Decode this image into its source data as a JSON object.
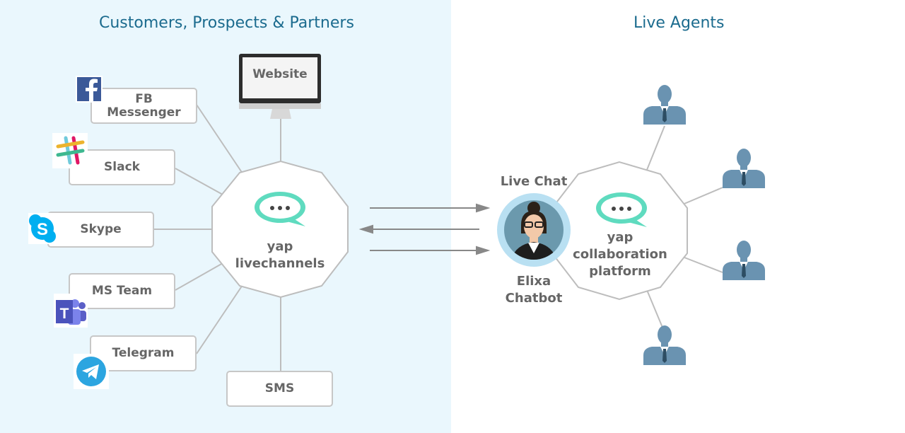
{
  "colors": {
    "left_panel_bg": "#eaf7fd",
    "title": "#1b6b8e",
    "bubble": "#5fdbbf",
    "agent": "#6a93b1",
    "box_border": "#c7c7c7",
    "text": "#666666"
  },
  "left": {
    "title": "Customers, Prospects & Partners",
    "channels": [
      {
        "label": "Website",
        "icon": "monitor-icon"
      },
      {
        "label": "FB\nMessenger",
        "icon": "facebook-icon"
      },
      {
        "label": "Slack",
        "icon": "slack-icon"
      },
      {
        "label": "Skype",
        "icon": "skype-icon"
      },
      {
        "label": "MS Team",
        "icon": "ms-teams-icon"
      },
      {
        "label": "Telegram",
        "icon": "telegram-icon"
      },
      {
        "label": "SMS",
        "icon": ""
      }
    ],
    "hub": {
      "label": "yap\nlivechannels",
      "icon": "chat-bubble-icon"
    }
  },
  "right": {
    "title": "Live Agents",
    "bot_top_label": "Live Chat",
    "bot_bottom_label": "Elixa\nChatbot",
    "hub": {
      "label": "yap\ncollaboration\nplatform",
      "icon": "chat-bubble-icon"
    },
    "agents_icon": "agent-icon"
  }
}
